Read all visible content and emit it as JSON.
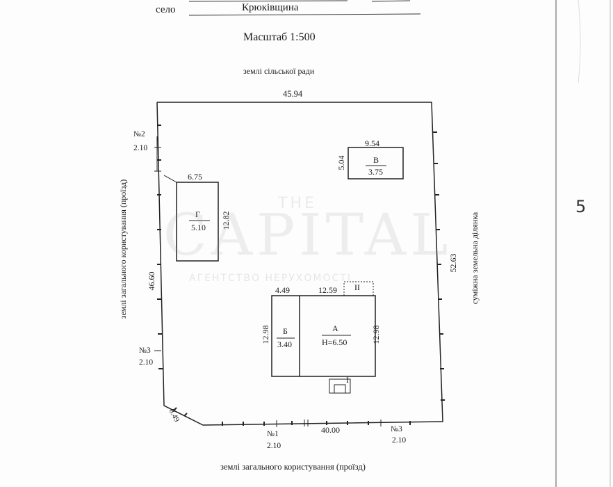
{
  "header": {
    "settlement_label": "село",
    "settlement_name": "Крюківщина",
    "scale_label": "Масштаб 1:500"
  },
  "boundaries": {
    "top": "землі сільської ради",
    "left": "землі загального користування (проїзд)",
    "right": "суміжна земельна ділянка",
    "bottom": "землі загального користування (проїзд)"
  },
  "dimensions": {
    "top_length": "45.94",
    "left_length": "46.60",
    "right_length": "52.63",
    "bottom_length": "40.00",
    "corner_bevel": "8.49"
  },
  "markers": [
    {
      "id": "№2",
      "value": "2.10"
    },
    {
      "id": "№3",
      "value": "2.10"
    },
    {
      "id": "№1",
      "value": "2.10"
    },
    {
      "id": "№3",
      "value": "2.10"
    }
  ],
  "buildings": {
    "g": {
      "letter": "Г",
      "height": "5.10",
      "width": "6.75",
      "length": "12.82"
    },
    "v": {
      "letter": "В",
      "height": "3.75",
      "width": "9.54",
      "length": "5.04"
    },
    "a": {
      "letter": "А",
      "height": "H=6.50",
      "width": "12.59",
      "length": "12.98"
    },
    "b": {
      "letter": "Б",
      "height": "3.40",
      "width": "4.49",
      "length": "12.98"
    },
    "porch_top": "II",
    "porch_bottom": "I"
  },
  "margin_note": "5",
  "watermark": {
    "the": "THE",
    "capital": "CAPITAL",
    "subtitle": "АГЕНТСТВО НЕРУХОМОСТІ"
  }
}
